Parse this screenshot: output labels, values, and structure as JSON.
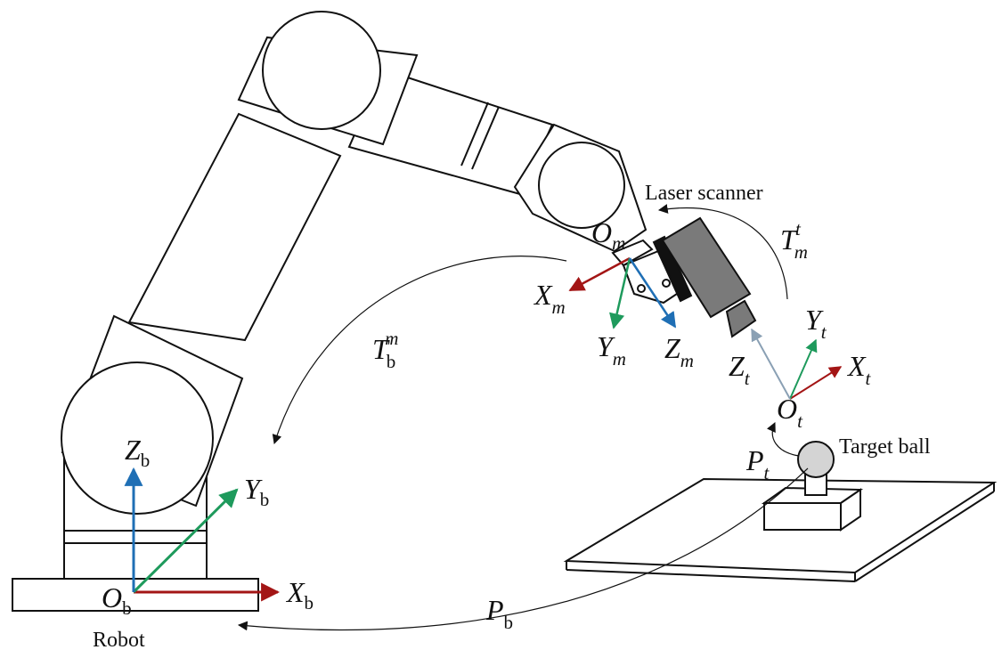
{
  "labels": {
    "laser_scanner": "Laser scanner",
    "target_ball": "Target ball",
    "robot": "Robot"
  },
  "frames": {
    "base": {
      "origin": "O",
      "origin_sub": "b",
      "x": "X",
      "x_sub": "b",
      "y": "Y",
      "y_sub": "b",
      "z": "Z",
      "z_sub": "b"
    },
    "flange": {
      "origin": "O",
      "origin_sub": "m",
      "x": "X",
      "x_sub": "m",
      "y": "Y",
      "y_sub": "m",
      "z": "Z",
      "z_sub": "m"
    },
    "tracker": {
      "origin": "O",
      "origin_sub": "t",
      "x": "X",
      "x_sub": "t",
      "y": "Y",
      "y_sub": "t",
      "z": "Z",
      "z_sub": "t"
    }
  },
  "transforms": {
    "base_to_flange": {
      "symbol": "T",
      "sub": "b",
      "sup": "m"
    },
    "flange_to_tracker": {
      "symbol": "T",
      "sub": "m",
      "sup": "t"
    }
  },
  "points": {
    "target": {
      "symbol": "P",
      "sub": "t"
    },
    "base": {
      "symbol": "P",
      "sub": "b"
    }
  },
  "colors": {
    "x_axis": "#a31515",
    "y_axis": "#1e9a5c",
    "z_axis": "#1f6fb5",
    "z_axis_tracker": "#8aa0b4",
    "scanner_body": "#7a7a7a",
    "target_ball": "#d4d4d4",
    "outline": "#111111"
  }
}
